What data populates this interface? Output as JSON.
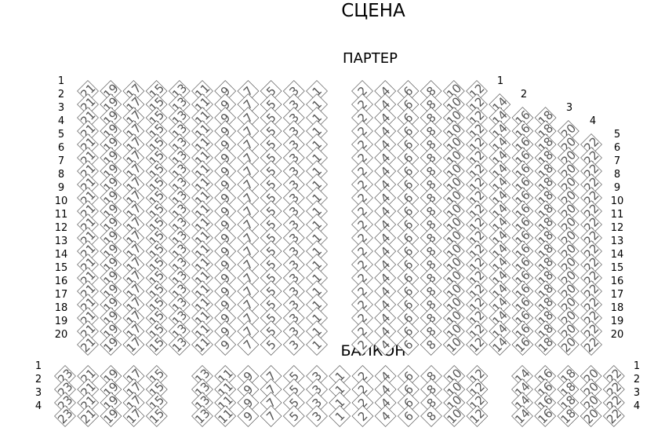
{
  "titles": {
    "stage": "СЦЕНА",
    "stalls": "ПАРТЕР",
    "balcony": "БАЛКОН"
  },
  "colors": {
    "seat_fill": "#ffffff",
    "seat_stroke": "#444444",
    "seat_text": "#555555",
    "label_text": "#000000"
  },
  "stalls": {
    "rows": [
      "1",
      "2",
      "3",
      "4",
      "5",
      "6",
      "7",
      "8",
      "9",
      "10",
      "11",
      "12",
      "13",
      "14",
      "15",
      "16",
      "17",
      "18",
      "19",
      "20"
    ],
    "left_block": [
      "21",
      "19",
      "17",
      "15",
      "13",
      "11",
      "9",
      "7",
      "5",
      "3",
      "1"
    ],
    "right_block": [
      "2",
      "4",
      "6",
      "8",
      "10",
      "12",
      "14",
      "16",
      "18",
      "20",
      "22"
    ],
    "right_block_row_lengths": {
      "1": 6,
      "2": 7,
      "3": 9,
      "4": 10
    }
  },
  "balcony": {
    "rows": [
      "1",
      "2",
      "3",
      "4"
    ],
    "left_block": [
      "23",
      "21",
      "19",
      "17",
      "15"
    ],
    "center_block": [
      "13",
      "11",
      "9",
      "7",
      "5",
      "3",
      "1",
      "2",
      "4",
      "6",
      "8",
      "10",
      "12"
    ],
    "right_block": [
      "14",
      "16",
      "18",
      "20",
      "22"
    ]
  }
}
